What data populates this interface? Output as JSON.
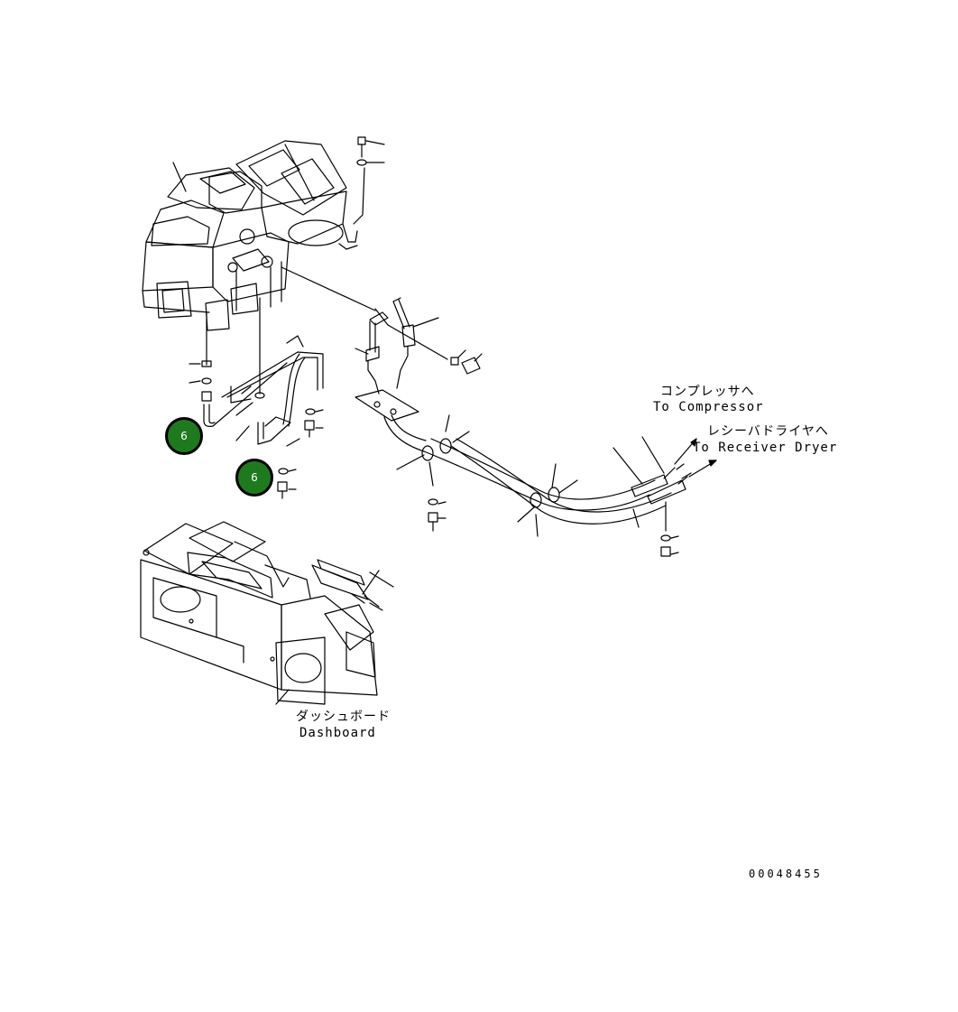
{
  "labels": {
    "compressor_jp": "コンプレッサへ",
    "compressor_en": "To Compressor",
    "receiver_jp": "レシーバドライヤへ",
    "receiver_en": "To Receiver Dryer",
    "dashboard_jp": "ダッシュボード",
    "dashboard_en": "Dashboard",
    "drawing_number": "00048455"
  },
  "callouts": [
    {
      "label": "6"
    },
    {
      "label": "6"
    }
  ],
  "colors": {
    "callout_fill": "#1f7a1f",
    "line": "#000000"
  }
}
